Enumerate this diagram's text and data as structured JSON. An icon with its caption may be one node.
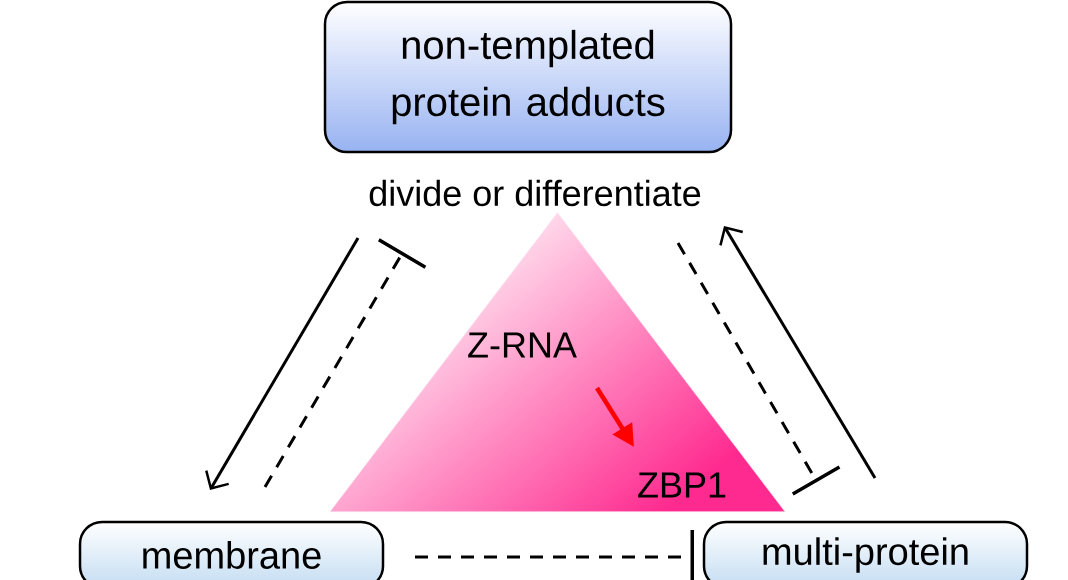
{
  "diagram": {
    "nodes": [
      {
        "text": [
          "non-templated protein adducts"
        ]
      },
      {
        "text": [
          "divide or differentiate"
        ]
      },
      {
        "text": [
          "membrane"
        ]
      },
      {
        "text": [
          "multi-protein"
        ]
      },
      {
        "text": [],
        "shape": "triangle"
      },
      {
        "text": [
          "Z-RNA"
        ],
        "in": 4
      },
      {
        "text": [
          "ZBP1"
        ],
        "in": 4
      }
    ],
    "edges": [
      {
        "from": 1,
        "to": 2,
        "arrow": "to"
      },
      {
        "from": 2,
        "to": 1,
        "arrow": "other",
        "style": "dashed"
      },
      {
        "from": 1,
        "to": 3,
        "arrow": "other",
        "style": "dashed"
      },
      {
        "from": 3,
        "to": 1,
        "arrow": "to"
      },
      {
        "from": 2,
        "to": 3,
        "arrow": "other",
        "style": "dashed"
      },
      {
        "from": 5,
        "to": 6,
        "arrow": "to",
        "color": "#ff0000"
      }
    ]
  }
}
